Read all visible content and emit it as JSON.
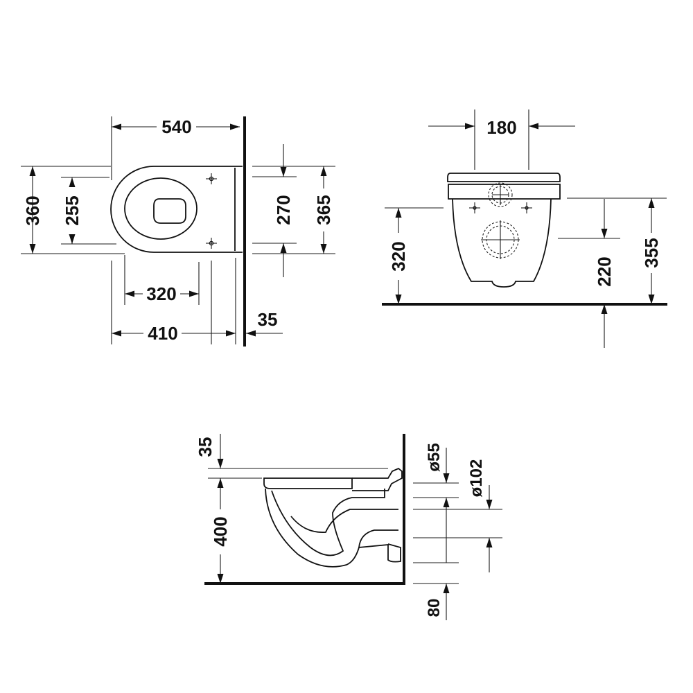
{
  "top_view": {
    "overall_length": "540",
    "overall_width": "360",
    "seat_width": "255",
    "fixing_spacing": "270",
    "rear_width": "365",
    "bowl_depth": "320",
    "length_to_wall": "410",
    "wall_gap": "35"
  },
  "front_view": {
    "fixing_spacing": "180",
    "outlet_height": "320",
    "inlet_height": "220",
    "top_fixing_height": "355"
  },
  "side_view": {
    "seat_thickness": "35",
    "rim_height": "400",
    "inlet_diameter": "ø55",
    "outlet_diameter": "ø102",
    "outlet_offset": "80"
  },
  "colors": {
    "line": "#111111",
    "background": "#ffffff"
  }
}
